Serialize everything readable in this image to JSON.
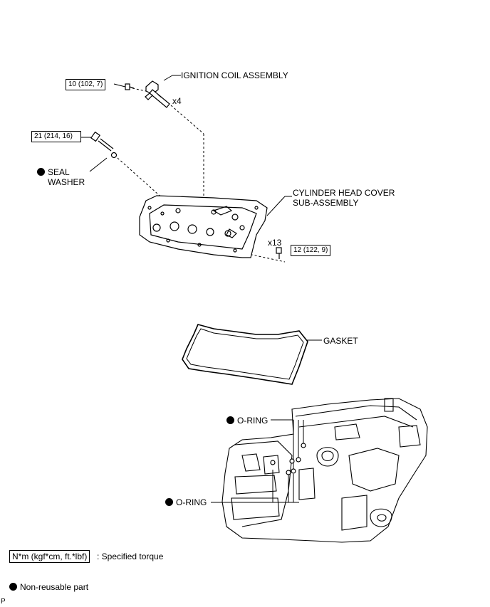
{
  "labels": {
    "ignition_coil": "IGNITION COIL ASSEMBLY",
    "ignition_qty": "x4",
    "seal_washer_line1": "SEAL",
    "seal_washer_line2": "WASHER",
    "head_cover_line1": "CYLINDER HEAD COVER",
    "head_cover_line2": "SUB-ASSEMBLY",
    "bolt_qty": "x13",
    "gasket": "GASKET",
    "oring_upper": "O-RING",
    "oring_lower": "O-RING"
  },
  "torques": {
    "ignition_bolt": "10 (102, 7)",
    "stud_bolt": "21 (214, 16)",
    "cover_bolt": "12 (122, 9)"
  },
  "legend": {
    "torque_unit": "N*m (kgf*cm, ft.*lbf)",
    "torque_desc": ": Specified torque",
    "nonreusable": "Non-reusable part"
  },
  "footer": {
    "code": "P"
  }
}
